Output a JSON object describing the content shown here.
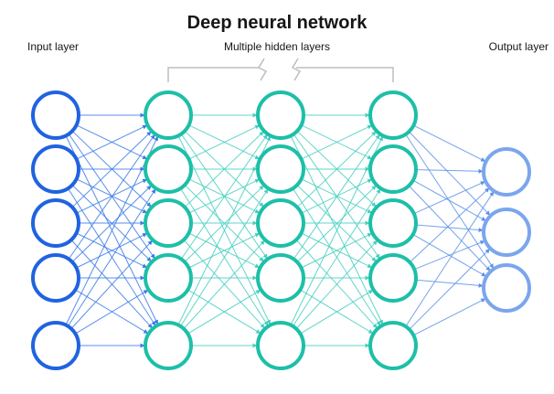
{
  "title": "Deep neural network",
  "labels": {
    "input": "Input layer",
    "hidden": "Multiple hidden layers",
    "output": "Output layer"
  },
  "network": {
    "layers": [
      {
        "role": "input",
        "nodes": 5,
        "color": "#1f63e0"
      },
      {
        "role": "hidden",
        "nodes": 5,
        "color": "#1dbfa8"
      },
      {
        "role": "hidden",
        "nodes": 5,
        "color": "#1dbfa8"
      },
      {
        "role": "hidden",
        "nodes": 5,
        "color": "#1dbfa8"
      },
      {
        "role": "output",
        "nodes": 3,
        "color": "#7ba6ee"
      }
    ],
    "connectivity": "fully-connected",
    "edge_colors": {
      "input_to_hidden": "#3b7be8",
      "hidden_to_hidden": "#45cfc0",
      "hidden_to_output": "#5a92e8"
    },
    "bracket_color": "#bdbdbd"
  }
}
